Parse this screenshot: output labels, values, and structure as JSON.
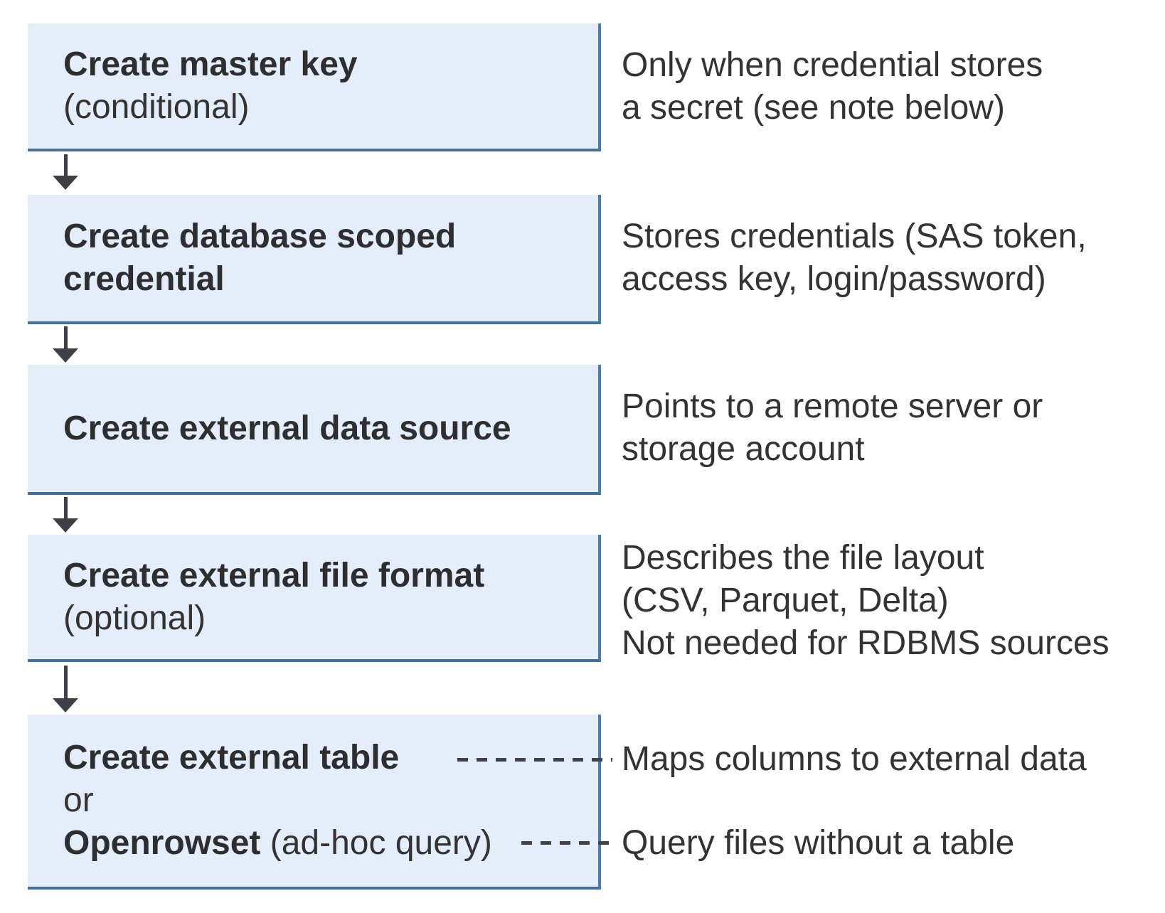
{
  "flow": {
    "steps": [
      {
        "title": "Create master key",
        "note": "(conditional)",
        "description": "Only when credential stores\na secret (see note below)"
      },
      {
        "title": "Create database scoped\ncredential",
        "note": "",
        "description": "Stores credentials (SAS token,\naccess key, login/password)"
      },
      {
        "title": "Create external data source",
        "note": "",
        "description": "Points to a remote server or\nstorage account"
      },
      {
        "title": "Create external file format",
        "note": "(optional)",
        "description": "Describes the file layout\n(CSV, Parquet, Delta)\nNot needed for RDBMS sources"
      }
    ],
    "final_step": {
      "option1": "Create external table",
      "connector_word": "or",
      "option2_bold": "Openrowset",
      "option2_rest": " (ad-hoc query)",
      "description1": "Maps columns to external data",
      "description2": "Query files without a table"
    },
    "colors": {
      "box_fill": "#e4eefa",
      "box_border": "#41719c",
      "arrow": "#3d4147",
      "text": "#333333"
    }
  }
}
